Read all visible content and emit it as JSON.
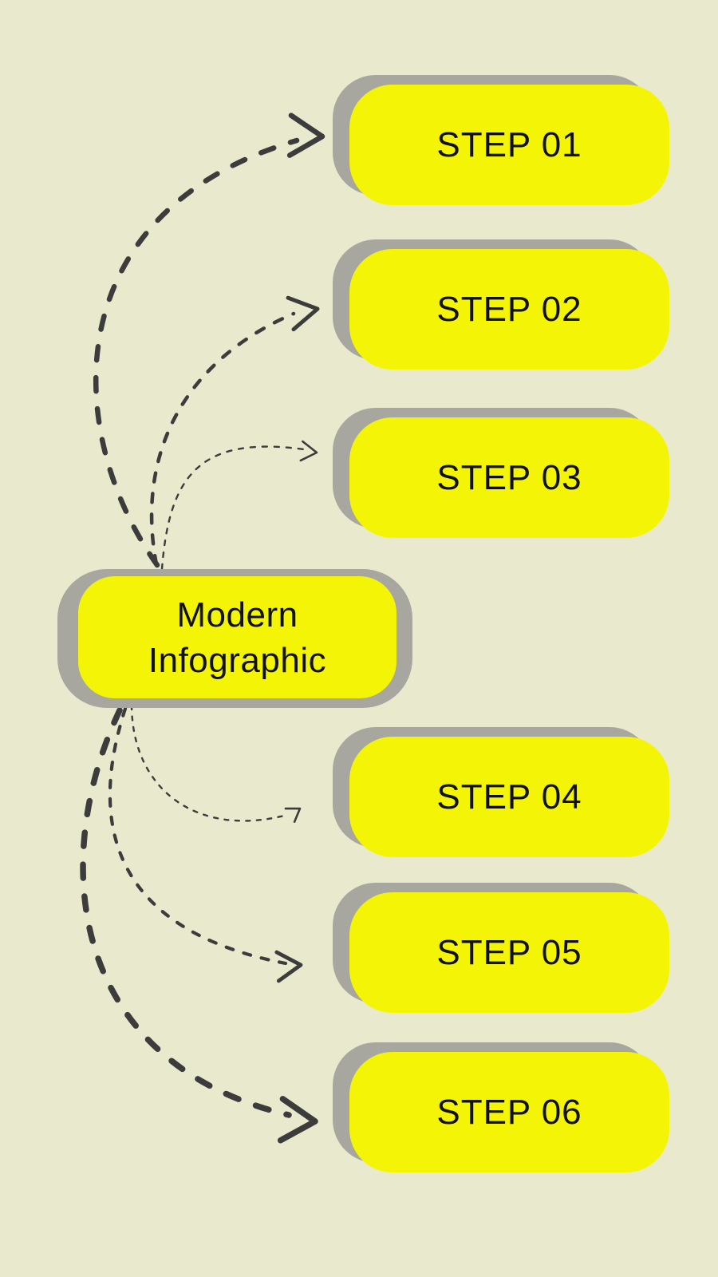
{
  "infographic": {
    "title": "Modern Infographic",
    "center_label": {
      "line1": "Modern",
      "line2": "Infographic"
    },
    "steps": [
      {
        "label": "STEP 01"
      },
      {
        "label": "STEP 02"
      },
      {
        "label": "STEP 03"
      },
      {
        "label": "STEP 04"
      },
      {
        "label": "STEP 05"
      },
      {
        "label": "STEP 06"
      }
    ]
  },
  "icons": {
    "arrows": [
      {
        "name": "dashed-arrow-to-step-01",
        "weight": "thick"
      },
      {
        "name": "dashed-arrow-to-step-02",
        "weight": "medium"
      },
      {
        "name": "dashed-arrow-to-step-03",
        "weight": "thin"
      },
      {
        "name": "dashed-arrow-to-step-04",
        "weight": "thin"
      },
      {
        "name": "dashed-arrow-to-step-05",
        "weight": "medium"
      },
      {
        "name": "dashed-arrow-to-step-06",
        "weight": "thick"
      }
    ]
  },
  "colors": {
    "background": "#e9e9cd",
    "card_yellow": "#f4f506",
    "shadow_gray": "#a7a79f",
    "arrow": "#3c3c3c",
    "text": "#111111"
  }
}
